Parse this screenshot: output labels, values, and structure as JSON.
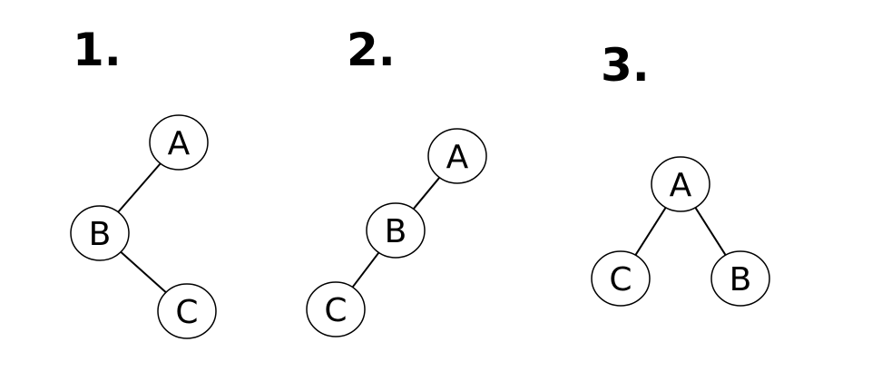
{
  "trees": [
    {
      "label": "1.",
      "nodes": [
        {
          "id": "A",
          "text": "A"
        },
        {
          "id": "B",
          "text": "B"
        },
        {
          "id": "C",
          "text": "C"
        }
      ],
      "edges": [
        [
          "A",
          "B"
        ],
        [
          "B",
          "C"
        ]
      ]
    },
    {
      "label": "2.",
      "nodes": [
        {
          "id": "A",
          "text": "A"
        },
        {
          "id": "B",
          "text": "B"
        },
        {
          "id": "C",
          "text": "C"
        }
      ],
      "edges": [
        [
          "A",
          "B"
        ],
        [
          "B",
          "C"
        ]
      ]
    },
    {
      "label": "3.",
      "nodes": [
        {
          "id": "A",
          "text": "A"
        },
        {
          "id": "C",
          "text": "C"
        },
        {
          "id": "B",
          "text": "B"
        }
      ],
      "edges": [
        [
          "A",
          "C"
        ],
        [
          "A",
          "B"
        ]
      ]
    }
  ]
}
